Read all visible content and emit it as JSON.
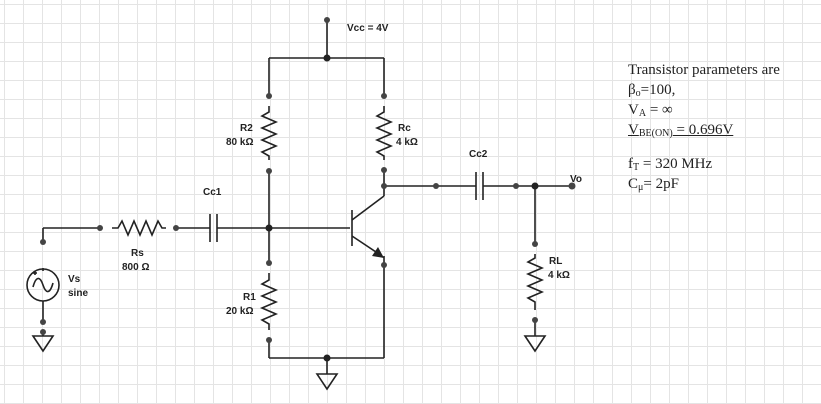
{
  "schematic": {
    "labels": {
      "vcc": "Vcc = 4V",
      "r2_name": "R2",
      "r2_value": "80 kΩ",
      "rc_name": "Rc",
      "rc_value": "4 kΩ",
      "cc1": "Cc1",
      "cc2": "Cc2",
      "vo": "Vo",
      "rs_name": "Rs",
      "rs_value": "800 Ω",
      "vs_name": "Vs",
      "vs_type": "sine",
      "r1_name": "R1",
      "r1_value": "20 kΩ",
      "rl_name": "RL",
      "rl_value": "4 kΩ"
    }
  },
  "parameters": {
    "heading": "Transistor parameters are",
    "beta_sym": "β",
    "beta_sub": "o",
    "beta_val": "=100,",
    "va_sym": "V",
    "va_sub": "A",
    "va_val": " = ∞",
    "vbe_sym": "V",
    "vbe_sub": "BE(ON)",
    "vbe_val": " = 0.696V",
    "ft_sym": "f",
    "ft_sub": "T",
    "ft_val": " = 320 MHz",
    "cmu_sym": "C",
    "cmu_sub": "μ",
    "cmu_val": "= 2pF"
  }
}
